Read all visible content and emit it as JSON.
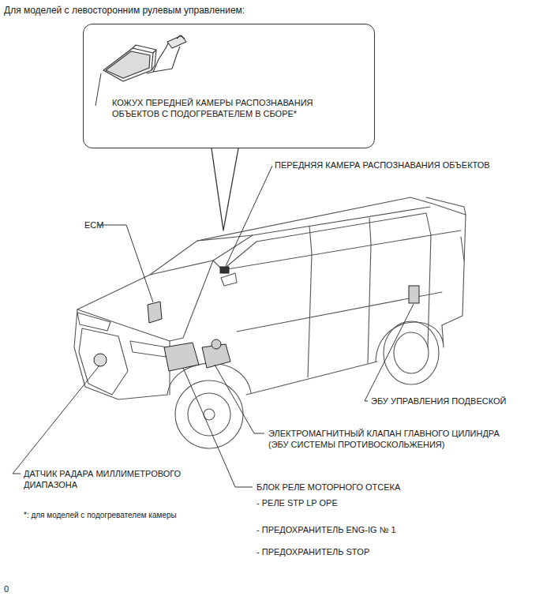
{
  "diagram": {
    "title": "Для моделей с левосторонним рулевым управлением:",
    "nodes": [
      {
        "text": [
          "КОЖУХ ПЕРЕДНЕЙ КАМЕРЫ РАСПОЗНАВАНИЯ ОБЪЕКТОВ С ПОДОГРЕВАТЕЛЕМ В СБОРЕ*"
        ]
      }
    ],
    "labels": [
      "ПЕРЕДНЯЯ КАМЕРА РАСПОЗНАВАНИЯ ОБЪЕКТОВ",
      "ECM",
      "ЭБУ УПРАВЛЕНИЯ ПОДВЕСКОЙ",
      "ЭЛЕКТРОМАГНИТНЫЙ КЛАПАН ГЛАВНОГО ЦИЛИНДРА (ЭБУ СИСТЕМЫ ПРОТИВОСКОЛЬЖЕНИЯ)",
      "ДАТЧИК РАДАРА МИЛЛИМЕТРОВОГО ДИАПАЗОНА",
      "БЛОК РЕЛЕ МОТОРНОГО ОТСЕКА",
      "- РЕЛЕ STP LP OPE",
      "- ПРЕДОХРАНИТЕЛЬ ENG-IG № 1",
      "- ПРЕДОХРАНИТЕЛЬ STOP",
      "*: для моделей с подогревателем камеры",
      "0"
    ]
  }
}
